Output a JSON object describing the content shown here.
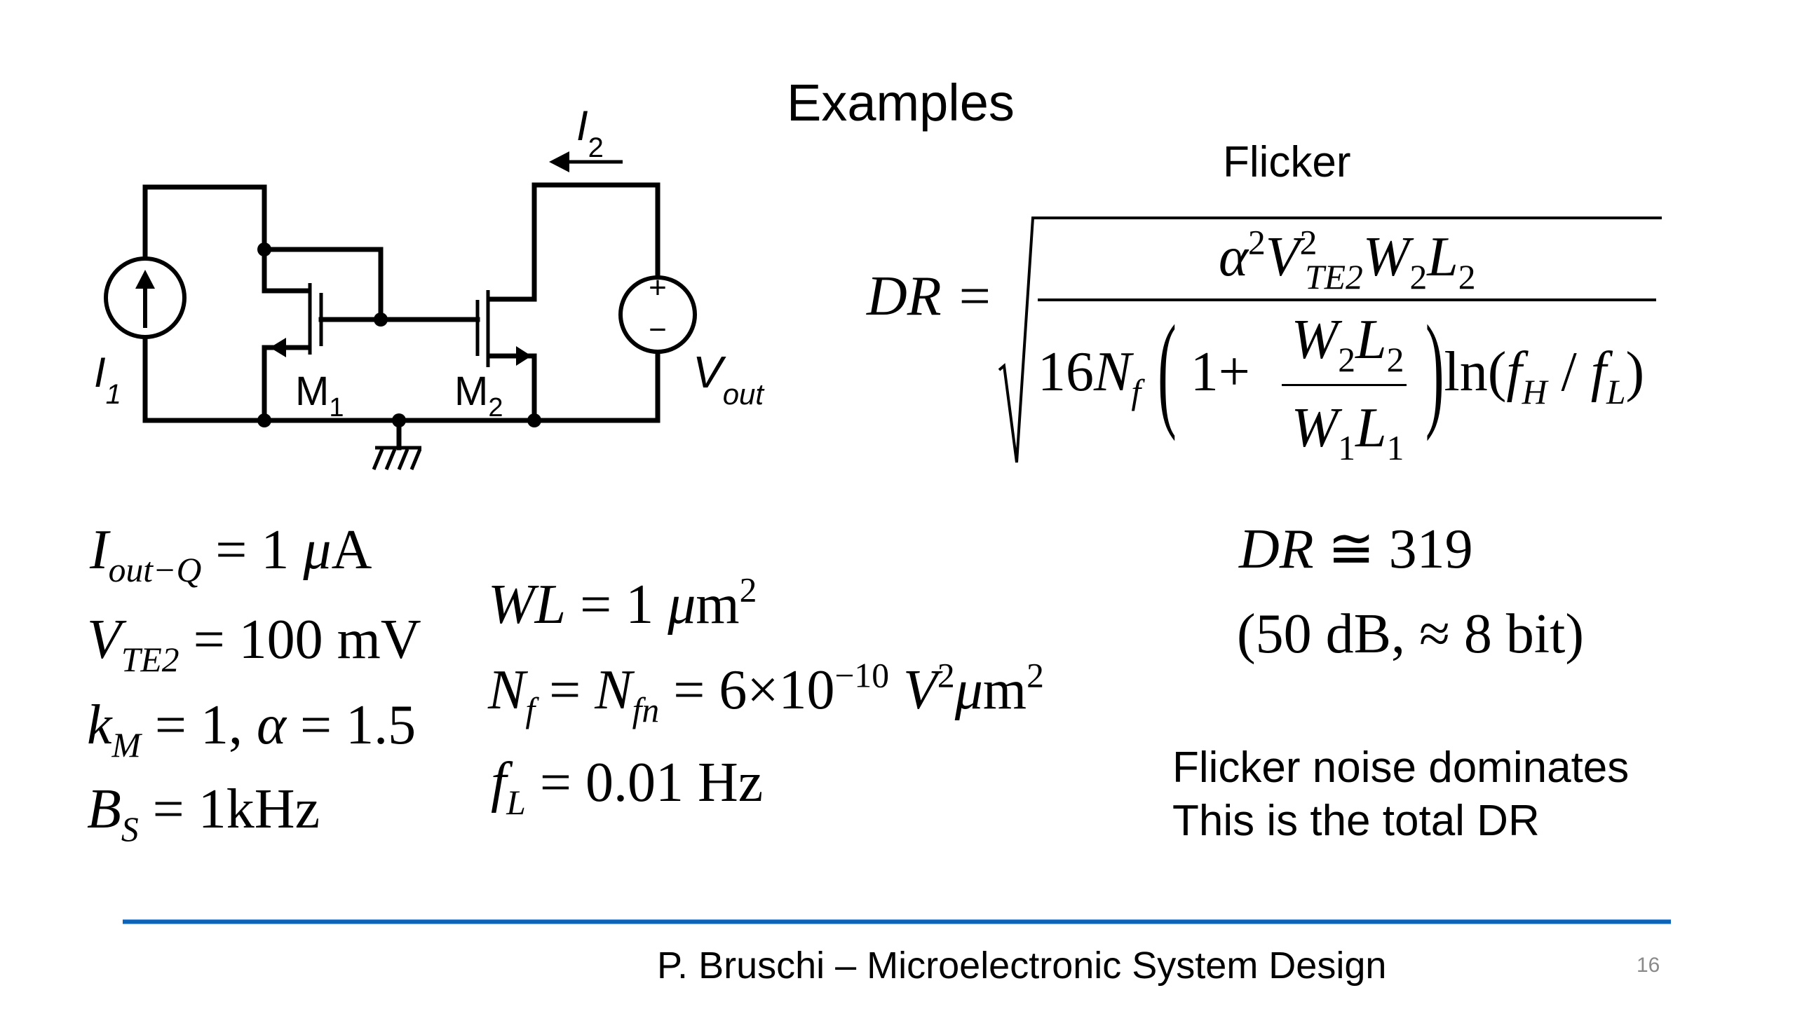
{
  "slide": {
    "title": "Examples",
    "section_label": "Flicker",
    "page_number": "16",
    "footer": "P. Bruschi – Microelectronic System Design",
    "accent_color": "#0a64b8"
  },
  "circuit": {
    "source_current_label": "I",
    "source_current_sub": "1",
    "output_current_label": "I",
    "output_current_sub": "2",
    "transistor1_label": "M",
    "transistor1_sub": "1",
    "transistor2_label": "M",
    "transistor2_sub": "2",
    "output_voltage_label": "V",
    "output_voltage_sub": "out",
    "plus_sign": "+",
    "minus_sign": "−"
  },
  "formula": {
    "lhs": "DR =",
    "numerator": {
      "alpha": "α",
      "alpha_exp": "2",
      "v": "V",
      "v_exp": "2",
      "v_sub": "TE2",
      "w": "W",
      "w_sub": "2",
      "l": "L",
      "l_sub": "2"
    },
    "denominator": {
      "coef": "16",
      "n": "N",
      "n_sub": "f",
      "open_paren": "(",
      "one_plus": "1+",
      "frac_num_w": "W",
      "frac_num_w_sub": "2",
      "frac_num_l": "L",
      "frac_num_l_sub": "2",
      "frac_den_w": "W",
      "frac_den_w_sub": "1",
      "frac_den_l": "L",
      "frac_den_l_sub": "1",
      "close_paren": ")",
      "ln": "ln(",
      "fh": "f",
      "fh_sub": "H",
      "slash": " / ",
      "fl": "f",
      "fl_sub": "L",
      "ln_close": ")"
    }
  },
  "parameters_left": [
    {
      "sym": "I",
      "sub": "out−Q",
      "rhs": " = 1 ",
      "unit_mu": "μ",
      "unit": "A"
    },
    {
      "sym": "V",
      "sub": "TE2",
      "rhs": " = 100 mV"
    },
    {
      "sym": "k",
      "sub": "M",
      "rhs": " = 1, ",
      "sym2": "α",
      "rhs2": " = 1.5"
    },
    {
      "sym": "B",
      "sub": "S",
      "rhs": " = 1kHz"
    }
  ],
  "parameters_middle": [
    {
      "sym": "WL",
      "rhs": " = 1 ",
      "unit_mu": "μ",
      "unit": "m",
      "unit_exp": "2"
    },
    {
      "sym": "N",
      "sub": "f",
      "mid": " = ",
      "sym2": "N",
      "sub2": "fn",
      "rhs": " = 6×10",
      "exp": "−10",
      "unit_v": " V",
      "unit_v_exp": "2",
      "unit_mu": "μ",
      "unit": "m",
      "unit_exp": "2"
    },
    {
      "sym": "f",
      "sub": "L",
      "rhs": " = 0.01 Hz"
    }
  ],
  "result": {
    "lhs": "DR",
    "approx": " ≅ 319",
    "db_line": "(50 dB,  ≈ 8 bit)",
    "note_line1": "Flicker noise dominates",
    "note_line2": "This is the total DR"
  }
}
